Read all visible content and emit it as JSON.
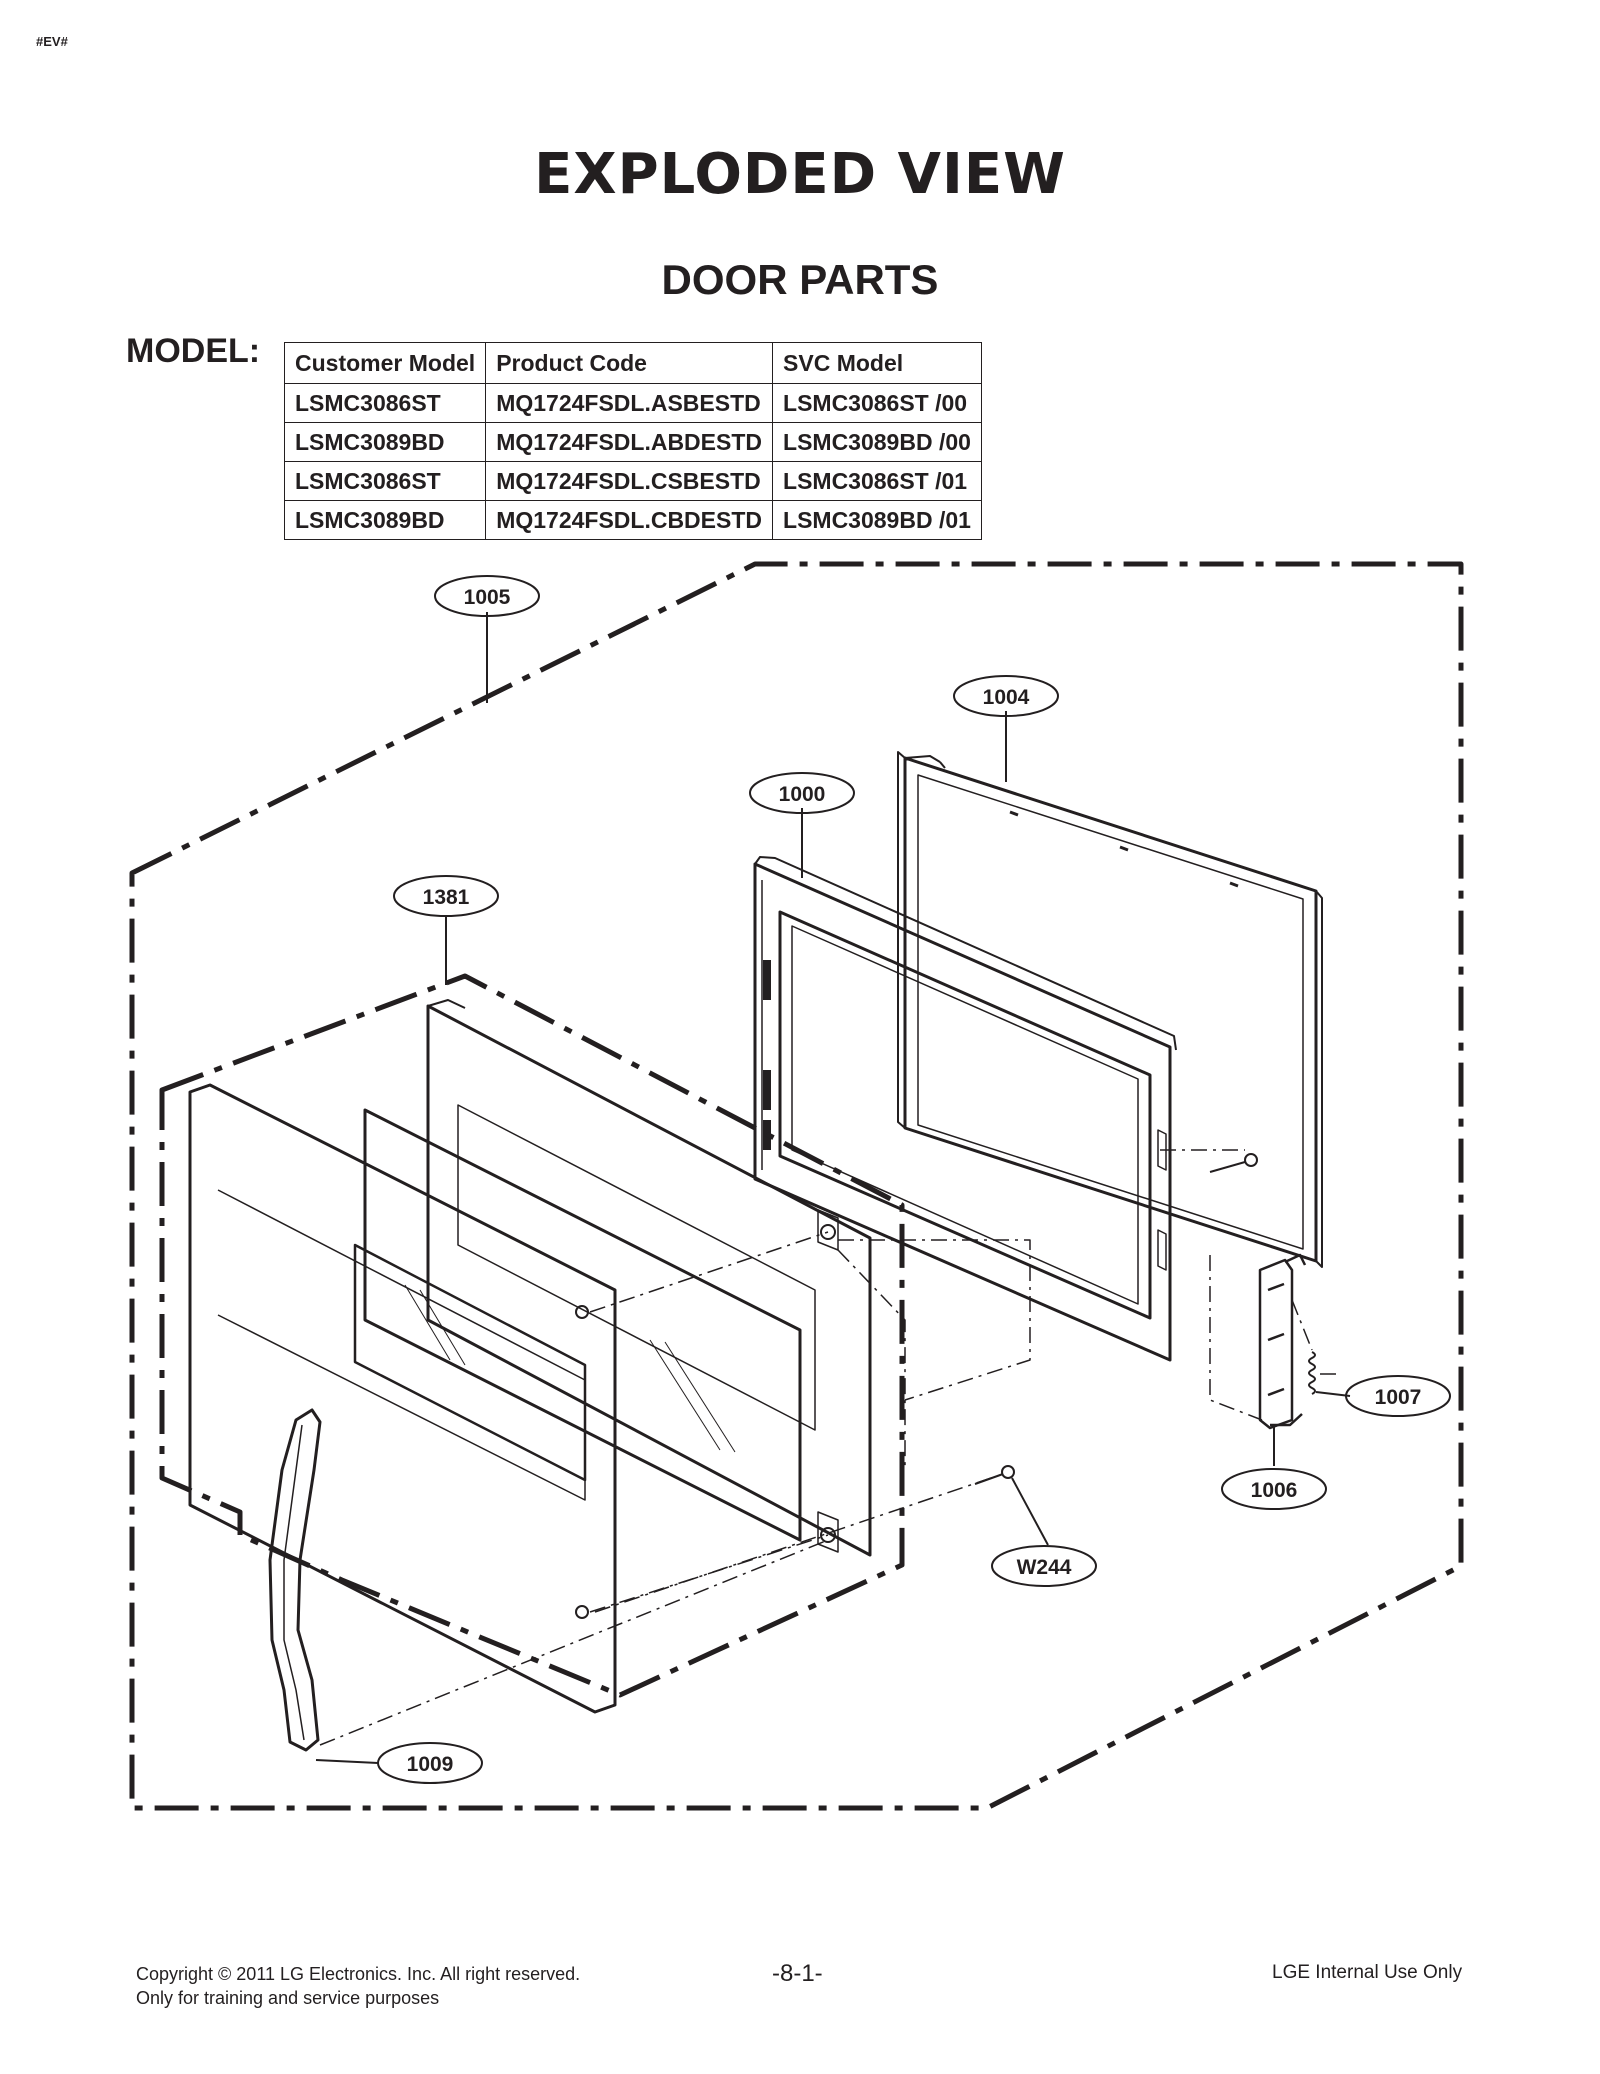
{
  "header": {
    "tag": "#EV#",
    "title": "EXPLODED VIEW",
    "subtitle": "DOOR PARTS"
  },
  "model": {
    "label": "MODEL:",
    "columns": [
      "Customer Model",
      "Product Code",
      "SVC Model"
    ],
    "rows": [
      [
        "LSMC3086ST",
        "MQ1724FSDL.ASBESTD",
        "LSMC3086ST /00"
      ],
      [
        "LSMC3089BD",
        "MQ1724FSDL.ABDESTD",
        "LSMC3089BD /00"
      ],
      [
        "LSMC3086ST",
        "MQ1724FSDL.CSBESTD",
        "LSMC3086ST /01"
      ],
      [
        "LSMC3089BD",
        "MQ1724FSDL.CBDESTD",
        "LSMC3089BD /01"
      ]
    ]
  },
  "callouts": {
    "c1005": "1005",
    "c1004": "1004",
    "c1000": "1000",
    "c1381": "1381",
    "c1007": "1007",
    "c1006": "1006",
    "cW244": "W244",
    "c1009": "1009"
  },
  "footer": {
    "copyright": "Copyright © 2011 LG Electronics. Inc. All right reserved.",
    "purpose": "Only for training and service purposes",
    "page": "-8-1-",
    "internal": "LGE Internal Use Only"
  },
  "colors": {
    "ink": "#231f20",
    "paper": "#ffffff"
  }
}
